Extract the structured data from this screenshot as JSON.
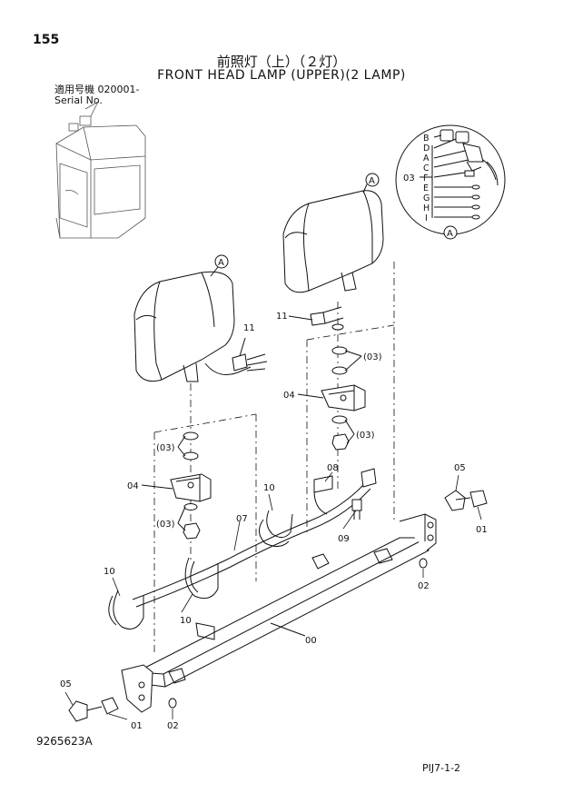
{
  "header": {
    "page_number": "155",
    "title_jp": "前照灯（上）（２灯）",
    "title_en": "FRONT HEAD LAMP (UPPER)(2 LAMP)",
    "serial_line1": "適用号機  020001-",
    "serial_line2": "Serial No."
  },
  "footer": {
    "figure_id": "9265623A",
    "page_ref": "PIJ7-1-2"
  },
  "callouts": {
    "a_upper": "A",
    "a_lower": "A",
    "a_detail": "A",
    "p11_upper": "11",
    "p11_lower": "11",
    "p03_upper_a": "(03)",
    "p04_upper": "04",
    "p03_upper_b": "(03)",
    "p03_lower_a": "(03)",
    "p04_lower": "04",
    "p03_lower_b": "(03)",
    "p08": "08",
    "p10_a": "10",
    "p10_b": "10",
    "p10_c": "10",
    "p07": "07",
    "p09": "09",
    "p05_right": "05",
    "p01_right": "01",
    "p02_right": "02",
    "p00": "00",
    "p05_left": "05",
    "p01_left": "01",
    "p02_left": "02",
    "detail_03": "03",
    "detail_letters": [
      "B",
      "D",
      "A",
      "C",
      "F",
      "E",
      "G",
      "H",
      "I"
    ]
  }
}
